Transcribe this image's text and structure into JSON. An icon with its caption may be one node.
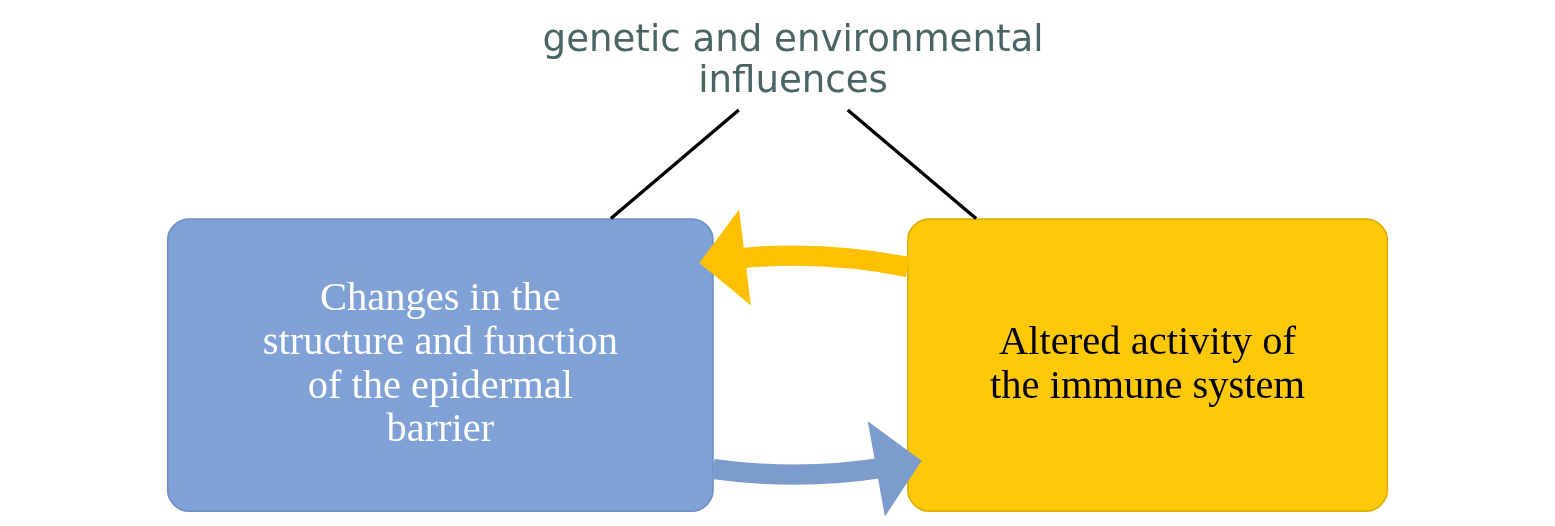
{
  "diagram": {
    "nodes": [
      {
        "text": [
          "genetic and environmental influences"
        ]
      },
      {
        "text": [
          "Changes in the structure and function of the epidermal barrier"
        ]
      },
      {
        "text": [
          "Altered activity of the immune system"
        ]
      }
    ],
    "edges": [
      {
        "from": 0,
        "to": 1,
        "arrow": "none"
      },
      {
        "from": 0,
        "to": 2,
        "arrow": "none"
      },
      {
        "from": 1,
        "to": 2,
        "arrow": "to",
        "style": "thick",
        "color": "#7a9bcc"
      },
      {
        "from": 2,
        "to": 1,
        "arrow": "to",
        "style": "thick",
        "color": "#ffc000"
      }
    ]
  }
}
